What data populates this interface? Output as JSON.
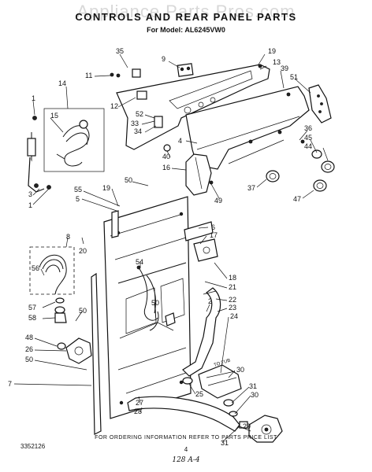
{
  "watermark": "Appliance Parts Pros.com",
  "title": "CONTROLS AND REAR PANEL PARTS",
  "model_line": "For Model: AL6245VW0",
  "footer_note": "FOR ORDERING INFORMATION REFER TO PARTS PRICE LIST",
  "doc_number": "3352126",
  "page_number": "4",
  "handwritten_note": "128 A-4",
  "callouts": {
    "c35": "35",
    "c19a": "19",
    "c9": "9",
    "c13": "13",
    "c39": "39",
    "c51": "51",
    "c11": "11",
    "c14": "14",
    "c1a": "1",
    "c15": "15",
    "c12": "12",
    "c52": "52",
    "c33": "33",
    "c34": "34",
    "c36": "36",
    "c45": "45",
    "c44": "44",
    "c4": "4",
    "c40": "40",
    "c16": "16",
    "c37": "37",
    "c47": "47",
    "c49": "49",
    "c50a": "50",
    "c3": "3",
    "c1b": "1",
    "c55": "55",
    "c19b": "19",
    "c5": "5",
    "c6": "6",
    "c17": "17",
    "c8": "8",
    "c20": "20",
    "c54": "54",
    "c56": "56",
    "c18": "18",
    "c21": "21",
    "c2": "2",
    "c22": "22",
    "c23": "23",
    "c57": "57",
    "c58": "58",
    "c50b": "50",
    "c24": "24",
    "c50c": "50",
    "c48": "48",
    "c26": "26",
    "c50d": "50",
    "c30a": "30",
    "c25": "25",
    "c31a": "31",
    "c7": "7",
    "c30b": "30",
    "c27": "27",
    "c28": "28",
    "c29": "29",
    "c31b": "31"
  },
  "small_labels": {
    "tub_label": "TO TUB"
  }
}
